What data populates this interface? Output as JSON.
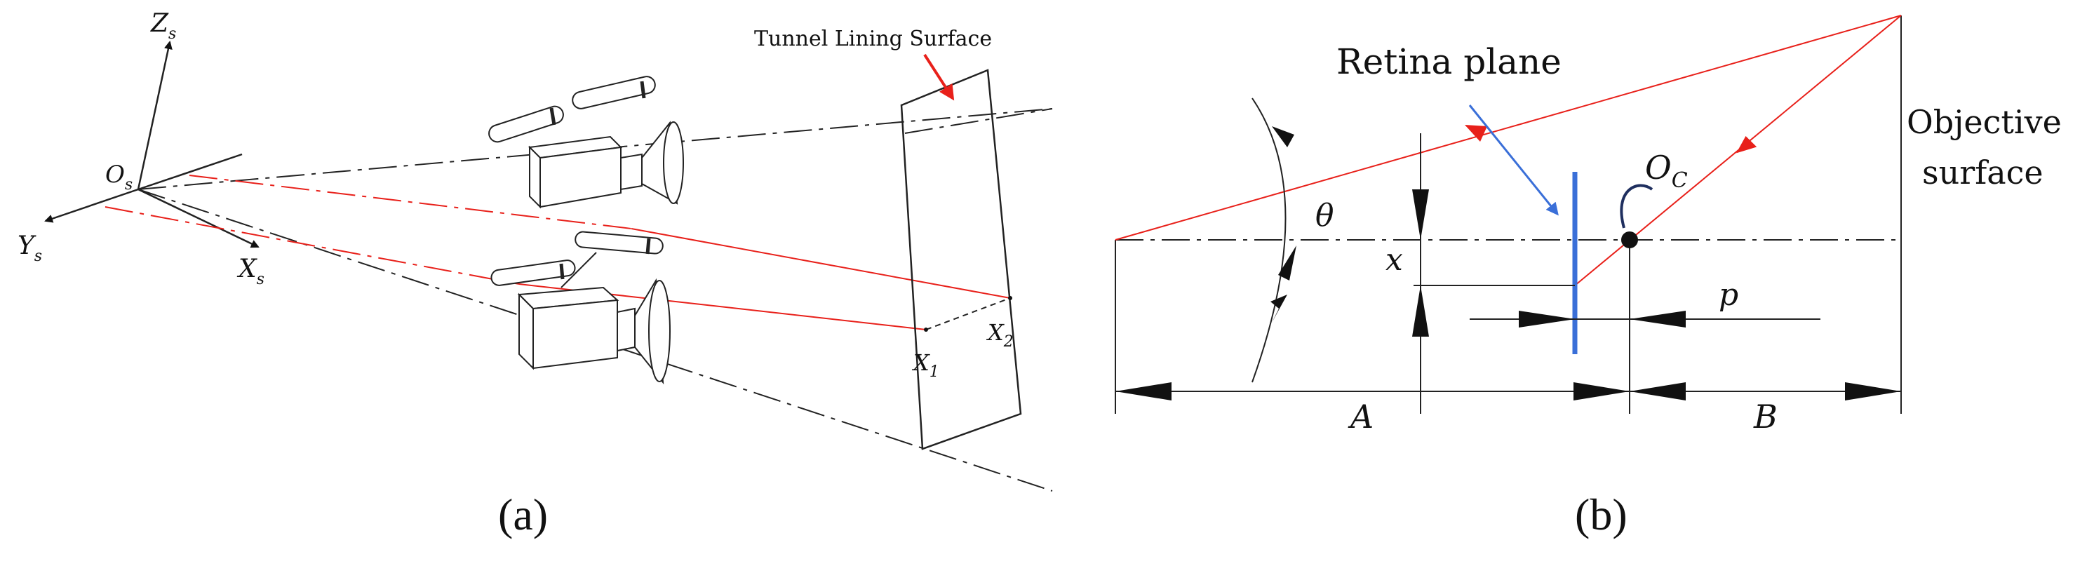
{
  "panel_a": {
    "caption": "(a)",
    "axis_z": "Z",
    "axis_x": "X",
    "axis_y": "Y",
    "axis_sub": "s",
    "origin": "O",
    "origin_sub": "s",
    "tunnel_label": "Tunnel Lining Surface",
    "point_1": "X",
    "point_1_sub": "1",
    "point_2": "X",
    "point_2_sub": "2"
  },
  "panel_b": {
    "caption": "(b)",
    "retina_label": "Retina plane",
    "objective_line1": "Objective",
    "objective_line2": "surface",
    "angle": "θ",
    "offset": "x",
    "focal": "p",
    "center": "O",
    "center_sub": "C",
    "dist_a": "A",
    "dist_b": "B"
  },
  "colors": {
    "laser_red": "#e8201a",
    "retina_blue": "#3a6fd8",
    "line_black": "#222222"
  }
}
